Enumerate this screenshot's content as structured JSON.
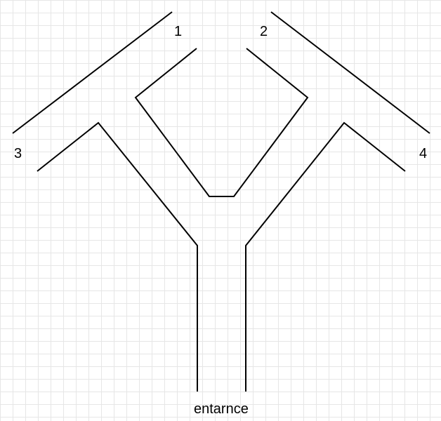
{
  "labels": {
    "exit_1": "1",
    "exit_2": "2",
    "exit_3": "3",
    "exit_4": "4",
    "entrance": "entarnce"
  },
  "colors": {
    "wall": "#000000",
    "grid": "#e6e6e6",
    "background": "#ffffff"
  }
}
